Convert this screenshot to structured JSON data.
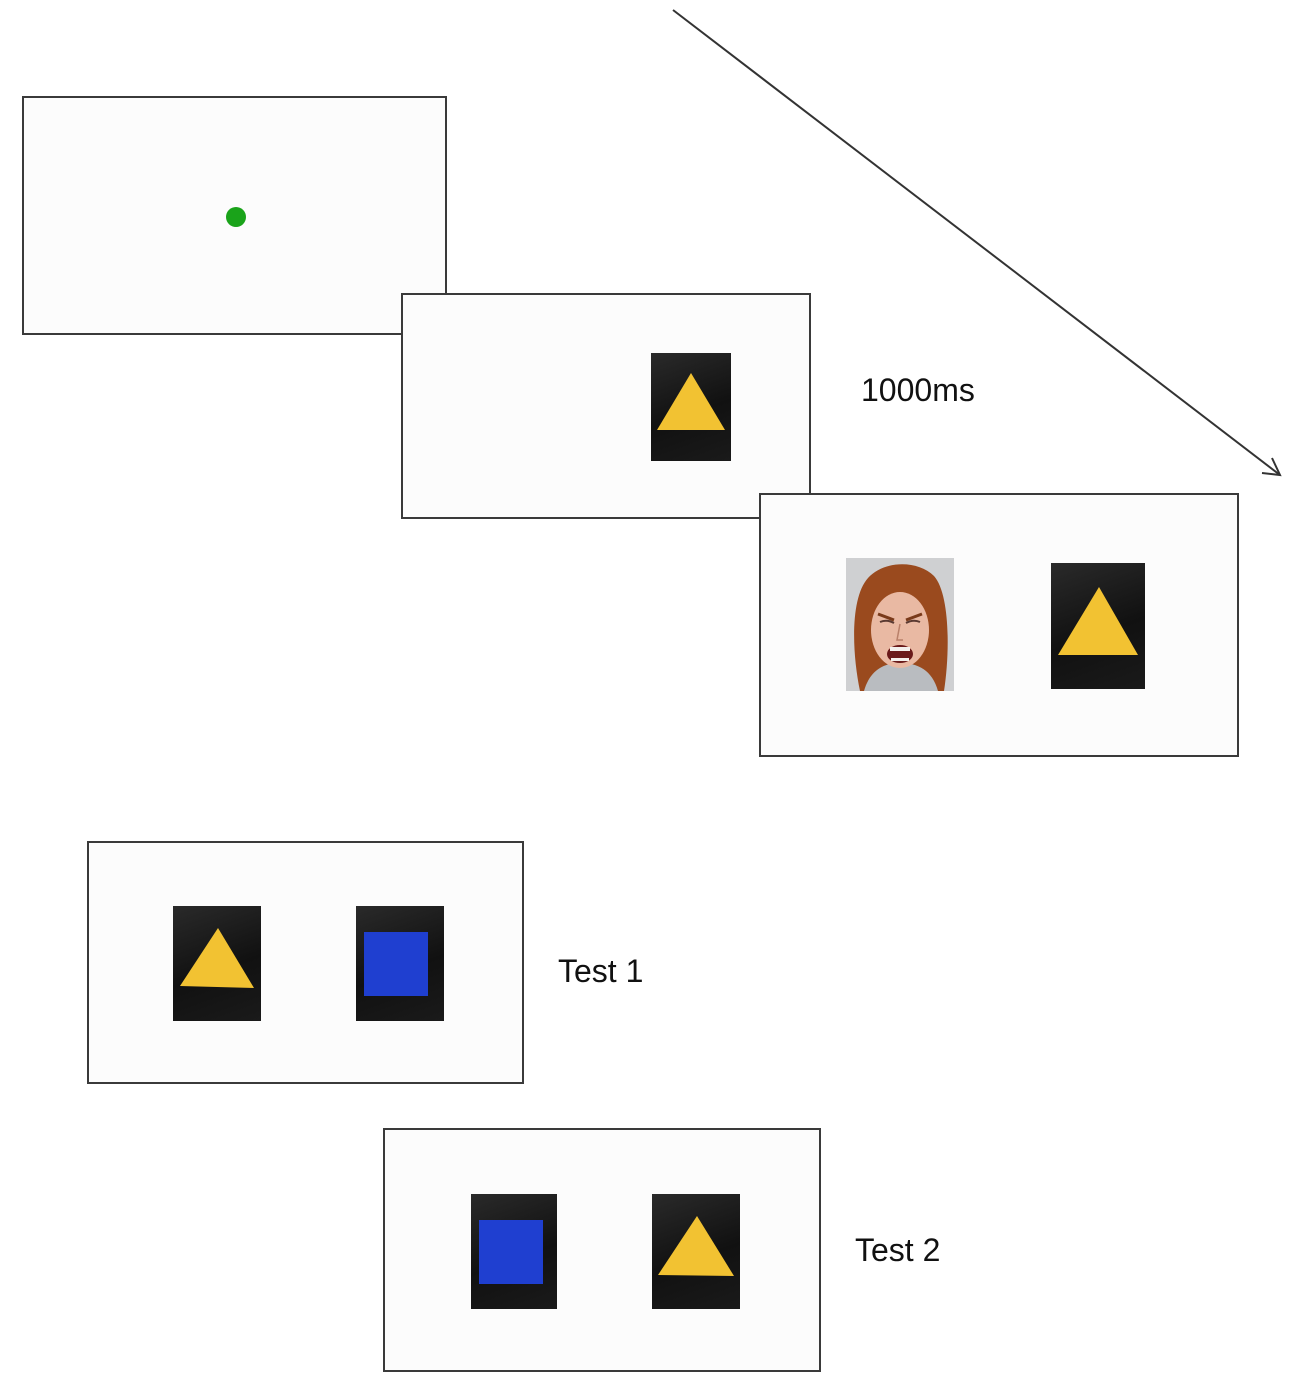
{
  "colors": {
    "fixation_dot": "#1aa31a",
    "triangle": "#f2c232",
    "square": "#1f3fd0",
    "card_background": "#141414",
    "screen_border": "#3a3a3a"
  },
  "icons": {
    "fixation": "fixation-dot-icon",
    "cue": "yellow-triangle-icon",
    "distractor": "blue-square-icon",
    "face": "angry-face-photo"
  },
  "labels": {
    "cue_duration": "1000ms",
    "test1": "Test 1",
    "test2": "Test 2"
  }
}
